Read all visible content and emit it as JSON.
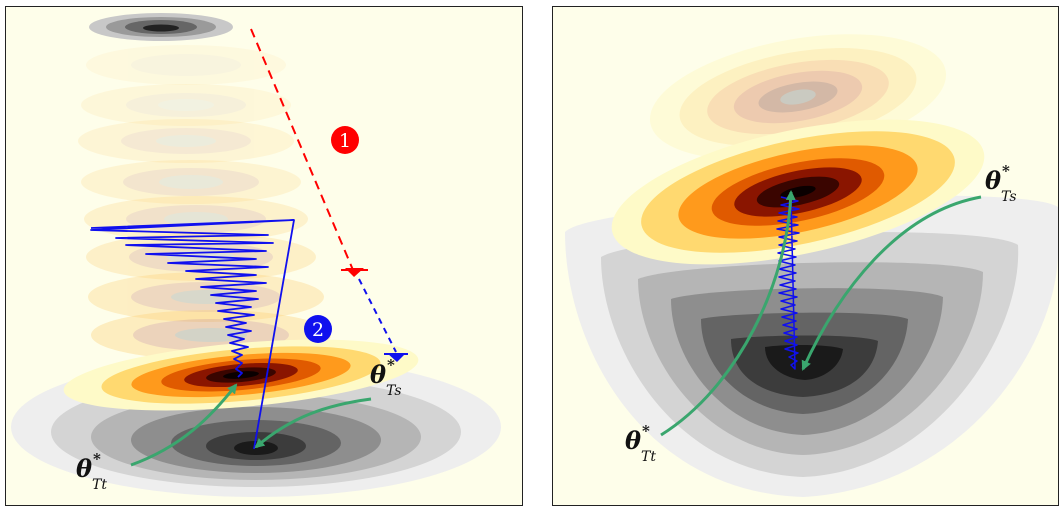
{
  "left_panel": {
    "step_markers": [
      {
        "number": "1",
        "color": "#ff0000"
      },
      {
        "number": "2",
        "color": "#1010ee"
      }
    ],
    "labels": {
      "theta_source": {
        "main": "θ",
        "sup": "*",
        "sub": "Ts"
      },
      "theta_target": {
        "main": "θ",
        "sup": "*",
        "sub": "Tt"
      }
    }
  },
  "right_panel": {
    "labels": {
      "theta_source": {
        "main": "θ",
        "sup": "*",
        "sub": "Ts"
      },
      "theta_target": {
        "main": "θ",
        "sup": "*",
        "sub": "Tt"
      }
    }
  },
  "colors": {
    "background": "#fefeea",
    "red_path": "#ff0000",
    "blue_path": "#1010ee",
    "arrow": "#3aa66e",
    "grey_levels": [
      "#eeeeee",
      "#d4d4d4",
      "#b5b5b5",
      "#8e8e8e",
      "#646464",
      "#3c3c3c",
      "#1a1a1a"
    ],
    "heat_levels": [
      "#fefac8",
      "#ffd970",
      "#ff9a1c",
      "#e05a00",
      "#8a1500",
      "#3a0500",
      "#0a0000"
    ]
  }
}
